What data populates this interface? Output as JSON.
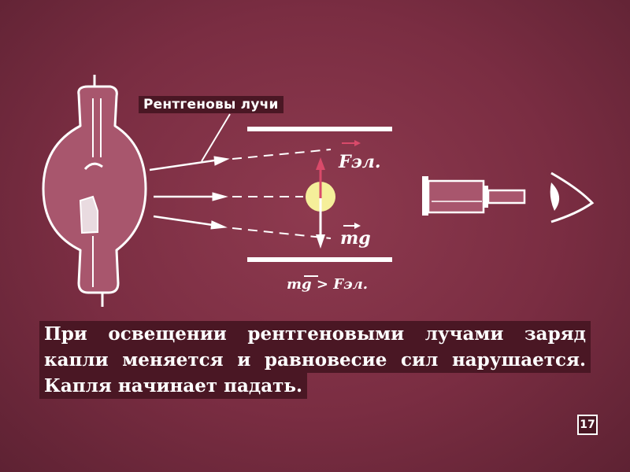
{
  "labels": {
    "rays": "Рентгеновы лучи",
    "force_electric": "Fэл.",
    "gravity": "mg",
    "relation": "mg > Fэл."
  },
  "caption": {
    "line1": "При освещении рентгеновыми лучами заряд",
    "line2": "капли меняется и равновесие сил нарушается.",
    "line3": "Капля начинает падать."
  },
  "page_number": "17",
  "colors": {
    "background": "#7a2d42",
    "text_box": "#4a1724",
    "lines": "#ffffff",
    "force_arrow": "#d94a6a",
    "droplet": "#f5ef9a"
  },
  "icons": [
    "x-ray-tube-icon",
    "capacitor-plates-icon",
    "oil-droplet-icon",
    "microscope-tube-icon",
    "eye-icon"
  ]
}
